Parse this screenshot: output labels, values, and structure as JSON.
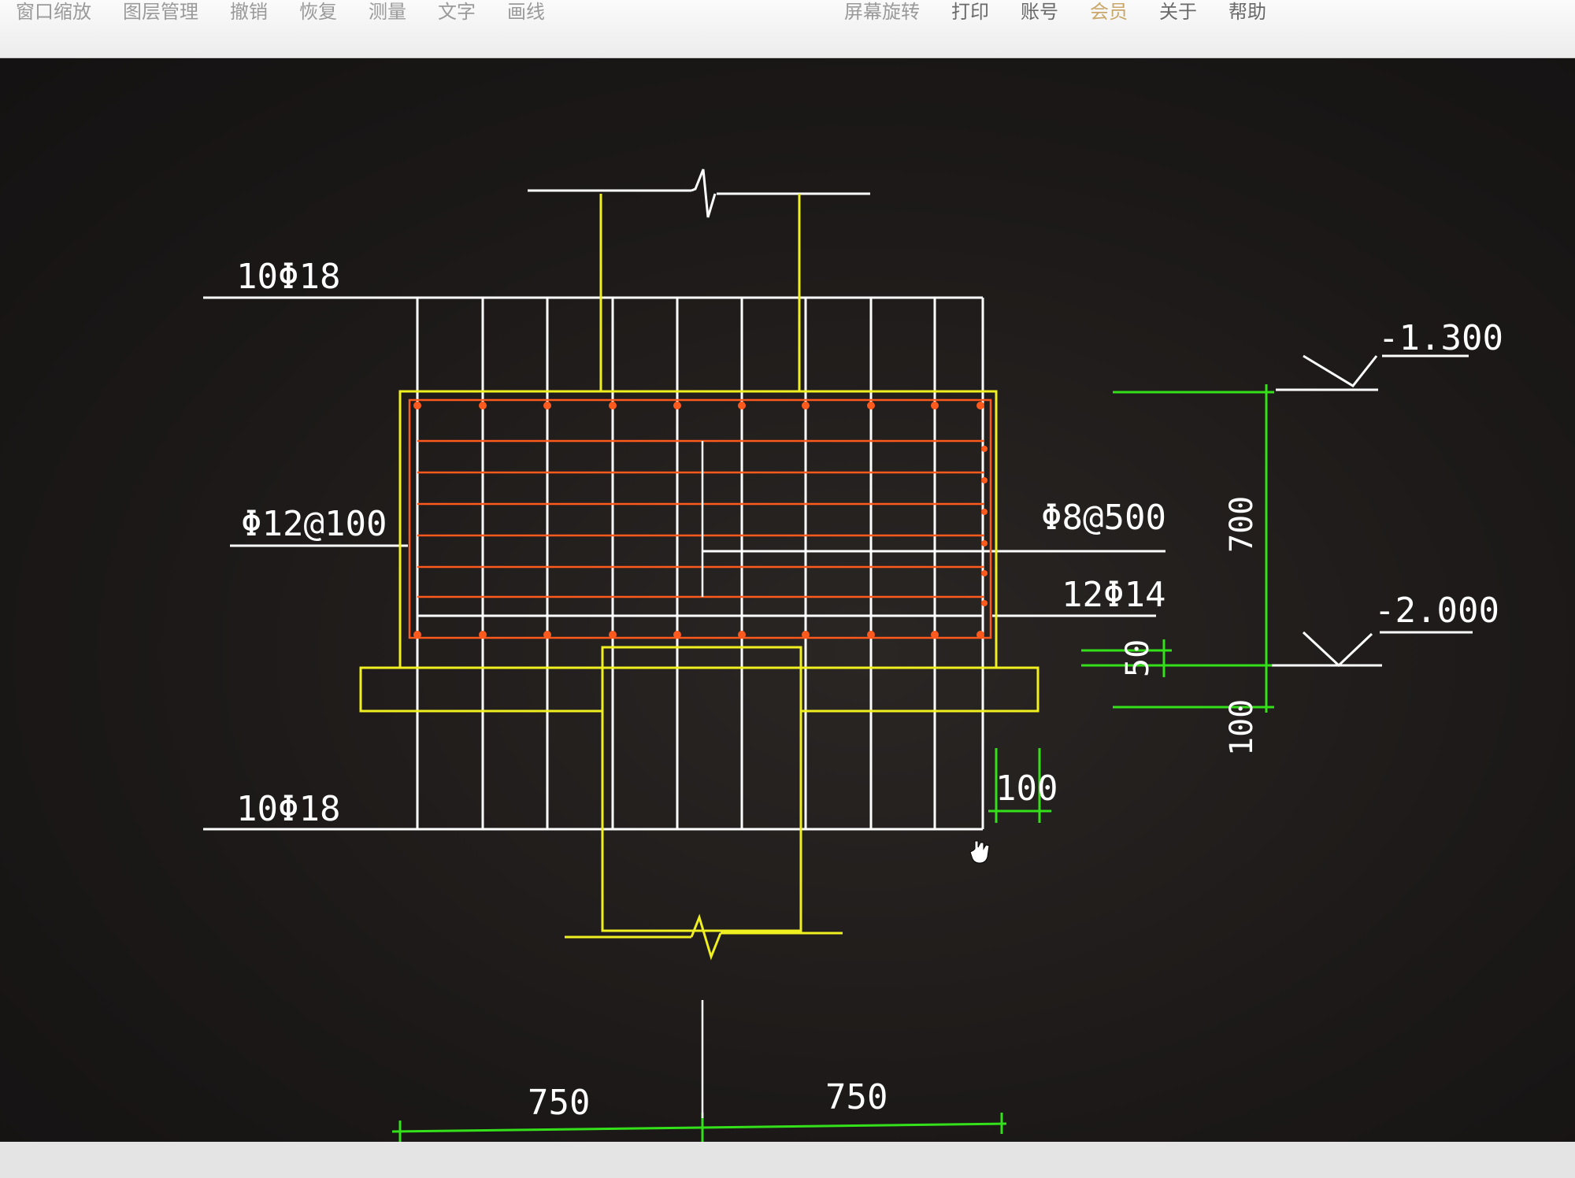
{
  "toolbar": {
    "items": [
      "窗口缩放",
      "图层管理",
      "撤销",
      "恢复",
      "测量",
      "文字",
      "画线",
      "打印",
      "账号",
      "会员",
      "关于",
      "帮助"
    ],
    "extra": [
      "屏幕旋转"
    ]
  },
  "drawing": {
    "labels": {
      "top_rebar": "10Φ18",
      "bottom_rebar": "10Φ18",
      "stirrup": "Φ12@100",
      "tie": "Φ8@500",
      "side_rebar": "12Φ14",
      "elev_top": "-1.300",
      "elev_bottom": "-2.000",
      "dim_height": "700",
      "dim_50": "50",
      "dim_100_right": "100",
      "dim_100_small": "100",
      "dim_left": "750",
      "dim_right": "750"
    },
    "colors": {
      "background": "#1c1918",
      "white_lines": "#ffffff",
      "yellow": "#f0f020",
      "orange_red": "#ff5a1e",
      "green": "#33e01a"
    }
  }
}
